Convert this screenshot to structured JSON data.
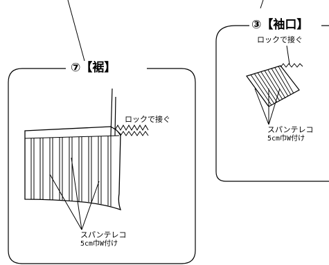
{
  "hem_panel": {
    "title": "⑦【裾】",
    "lock_note": "ロックで接ぐ",
    "tape_line1": "スパンテレコ",
    "tape_line2": "5cm巾W付け"
  },
  "cuff_panel": {
    "title": "③【袖口】",
    "lock_note": "ロックで接ぐ",
    "tape_line1": "スパンテレコ",
    "tape_line2": "5cm巾W付け"
  }
}
